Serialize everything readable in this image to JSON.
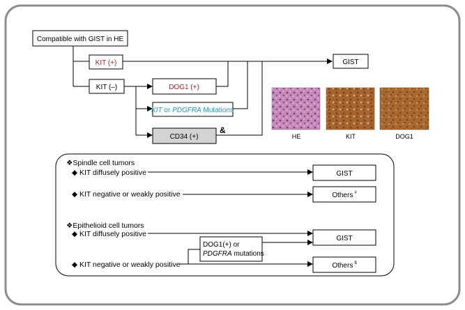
{
  "flowchart": {
    "start": "Compatible with GIST in HE",
    "kit_pos": "KIT (+)",
    "kit_neg": "KIT (–)",
    "dog1_pos": "DOG1 (+)",
    "mut_kit": "KIT",
    "mut_or": " or ",
    "mut_pdgfra": "PDGFRA",
    "mut_mutations": " Mutations",
    "cd34": "CD34 (+)",
    "cd34_note": "&",
    "gist": "GIST"
  },
  "images": {
    "he_label": "HE",
    "kit_label": "KIT",
    "dog1_label": "DOG1"
  },
  "panel": {
    "spindle_title": "❖Spindle cell tumors",
    "spindle_diffuse": "◆ KIT diffusely positive",
    "spindle_weak": "◆ KIT negative or weakly positive",
    "spindle_gist": "GIST",
    "spindle_others": "Others",
    "spindle_others_mark": "#",
    "epi_title": "❖Epithelioid cell tumors",
    "epi_diffuse": "◆ KIT diffusely positive",
    "epi_weak": "◆ KIT negative or weakly positive",
    "dog1_line1": "DOG1(+) or",
    "dog1_line2": "PDGFRA",
    "dog1_line3": " mutations",
    "epi_gist": "GIST",
    "epi_others": "Others",
    "epi_others_mark": "$"
  },
  "colors": {
    "kit_red": "#b22222",
    "mutation_cyan": "#1a9bc7",
    "cd34_fill": "#d3d3d3",
    "he_stain": "#b56ea8",
    "ihc_brown": "#a8642e",
    "frame": "#8c8c8c"
  }
}
